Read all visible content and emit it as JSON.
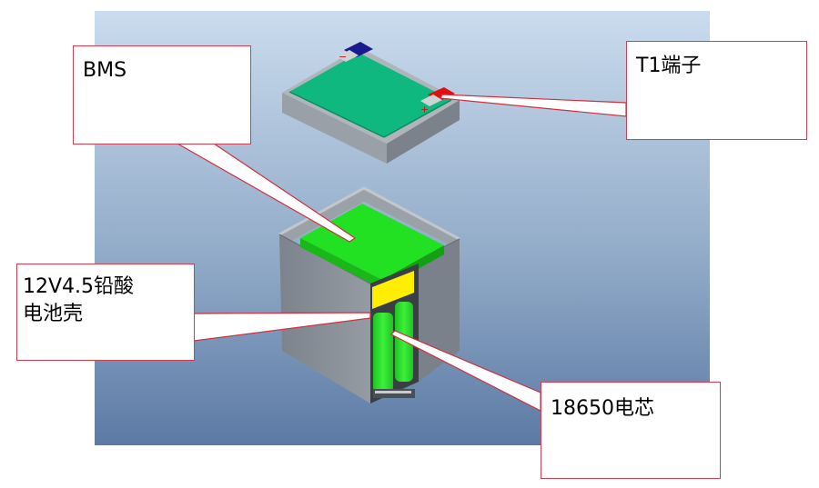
{
  "callouts": {
    "bms": "BMS",
    "t1": "T1端子",
    "shell_line1": "12V4.5铅酸",
    "shell_line2": "电池壳",
    "cell": "18650电芯"
  },
  "terminals": {
    "negative_sign": "−",
    "positive_sign": "+"
  },
  "colors": {
    "backdrop_top": "#c9dcee",
    "backdrop_bottom": "#5c7aa6",
    "bms_board": "#0fb87f",
    "housing_gray": "#8a9099",
    "cell_green": "#22e022",
    "spacer_yellow": "#ffee00",
    "terminal_negative": "#1a1a8c",
    "terminal_positive": "#e01010",
    "leader_red": "#d03040"
  }
}
